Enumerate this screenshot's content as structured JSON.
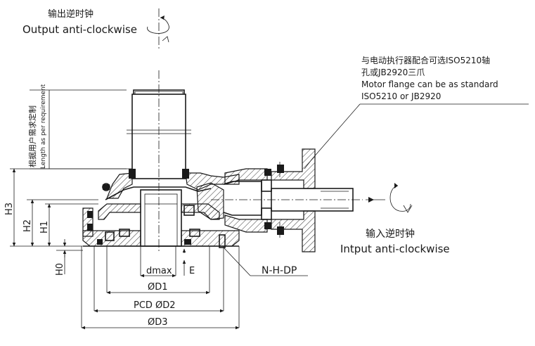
{
  "output_rotation": {
    "label_cn": "输出逆时钟",
    "label_en": "Output anti-clockwise"
  },
  "input_rotation": {
    "label_cn": "输入逆时钟",
    "label_en": "Intput anti-clockwise"
  },
  "motor_flange_note": {
    "line1": "与电动执行器配合可选ISO5210轴",
    "line2": "孔或JB2920三爪",
    "line3": "Motor flange can be as standard",
    "line4": "ISO5210 or JB2920"
  },
  "length_note": {
    "cn": "根据用户需求定制",
    "en": "Length as per requirement"
  },
  "dimensions": {
    "h3": "H3",
    "h2": "H2",
    "h1": "H1",
    "h0": "H0",
    "dmax": "dmax",
    "e": "E",
    "d1": "ØD1",
    "pcd_d2": "PCD ØD2",
    "d3": "ØD3"
  },
  "bolt_callout": "N-H-DP"
}
